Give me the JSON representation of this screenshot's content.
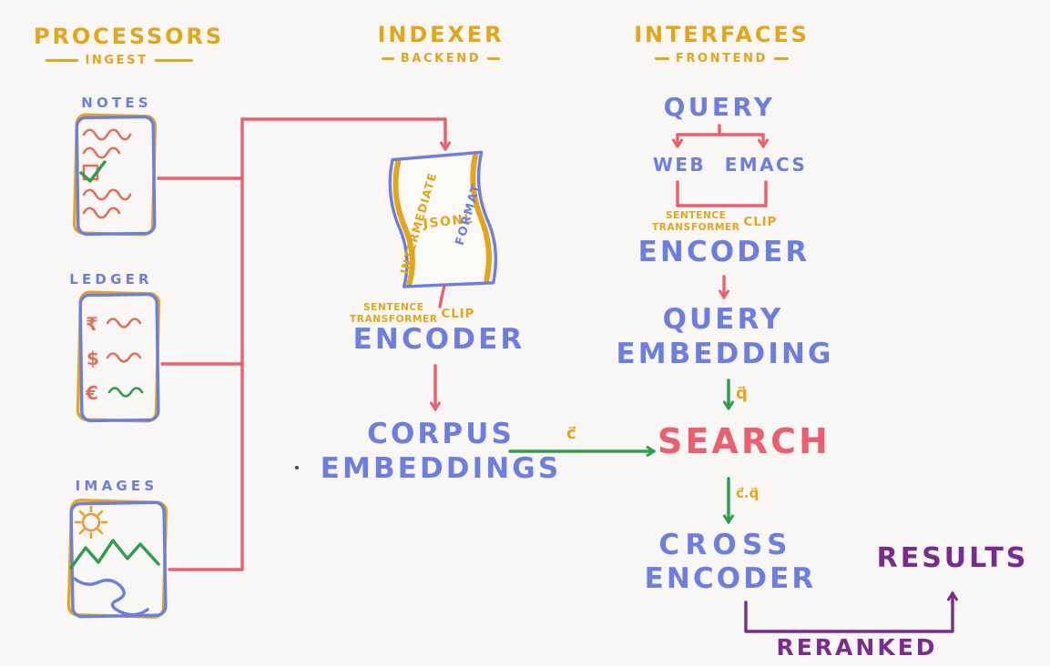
{
  "colors": {
    "bg": "#f8f7f5",
    "yellow": "#e3a51a",
    "blue": "#6c7ee1",
    "red": "#ec5f6f",
    "salmon": "#e0705a",
    "green": "#2e9e4b",
    "purple": "#792c8e",
    "orange": "#ef9345"
  },
  "headers": {
    "processors": {
      "title": "PROCESSORS",
      "subtitle": "INGEST"
    },
    "indexer": {
      "title": "INDEXER",
      "subtitle": "BACKEND"
    },
    "interfaces": {
      "title": "INTERFACES",
      "subtitle": "FRONTEND"
    }
  },
  "processors": {
    "notes_label": "NOTES",
    "ledger_label": "LEDGER",
    "images_label": "IMAGES",
    "ledger_symbols": [
      "₹",
      "$",
      "€"
    ]
  },
  "indexer": {
    "scroll_left": "INTERMEDIATE",
    "scroll_center": "JSONL",
    "scroll_right": "FORMAT",
    "st_line1": "SENTENCE",
    "st_line2": "TRANSFORMER",
    "clip": "CLIP",
    "encoder": "ENCODER",
    "corpus_line1": "CORPUS",
    "corpus_line2": "EMBEDDINGS",
    "corpus_vector": "c⃗"
  },
  "interfaces": {
    "query": "QUERY",
    "web": "WEB",
    "emacs": "EMACS",
    "st_line1": "SENTENCE",
    "st_line2": "TRANSFORMER",
    "clip": "CLIP",
    "encoder": "ENCODER",
    "embedding_line1": "QUERY",
    "embedding_line2": "EMBEDDING",
    "query_vector": "q⃗",
    "search": "SEARCH",
    "dot_product": "c⃗.q⃗",
    "cross_line1": "CROSS",
    "cross_line2": "ENCODER",
    "results": "RESULTS",
    "reranked": "RERANKED"
  }
}
